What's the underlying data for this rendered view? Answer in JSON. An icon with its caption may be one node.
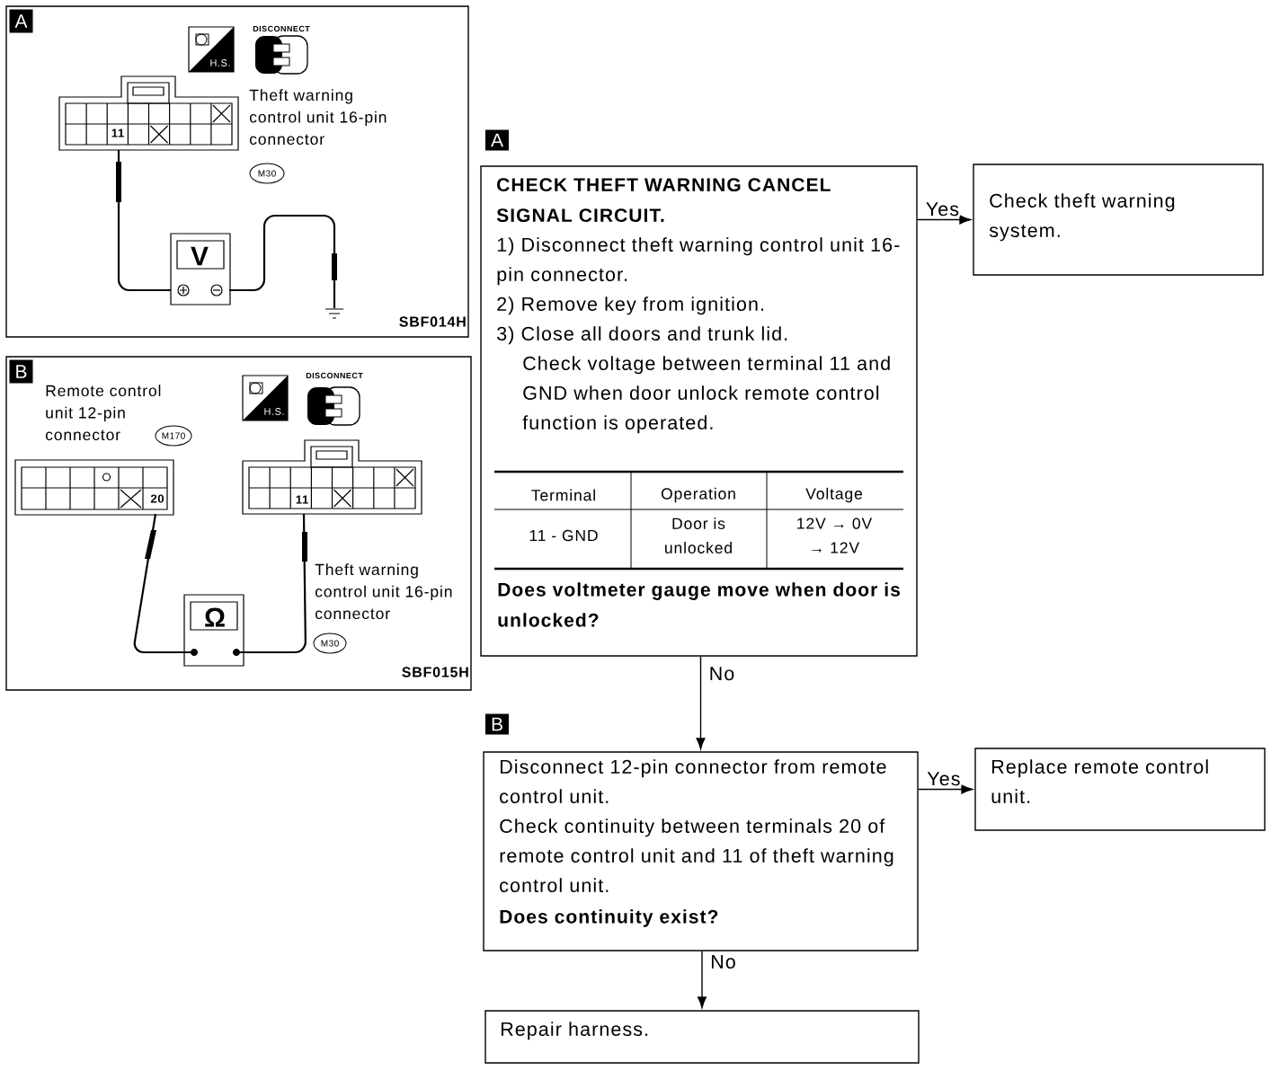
{
  "diagram": {
    "nodes": [
      {
        "text": [
          "CHECK THEFT WARNING CANCEL SIGNAL CIRCUIT.",
          "1) Disconnect theft warning control unit 16-pin connector.",
          "2) Remove key from ignition.",
          "3) Close all doors and trunk lid.",
          "Check voltage between terminal 11 and GND when door unlock remote control function is operated.",
          "Terminal",
          "Operation",
          "Voltage",
          "11 - GND",
          "Door is unlocked",
          "12V → 0V → 12V",
          "Does voltmeter gauge move when door is unlocked?"
        ]
      },
      {
        "text": [
          "Check theft warning system."
        ]
      },
      {
        "text": [
          "Disconnect 12-pin connector from remote control unit.",
          "Check continuity between terminals 20 of remote control unit and 11 of theft warning control unit.",
          "Does continuity exist?"
        ]
      },
      {
        "text": [
          "Replace remote control unit."
        ]
      },
      {
        "text": [
          "Repair harness."
        ]
      },
      {
        "text": [
          "A",
          "H.S.",
          "DISCONNECT",
          "11",
          "Theft warning control unit 16-pin connector",
          "M30",
          "V",
          "SBF014H"
        ]
      },
      {
        "text": [
          "B",
          "Remote control unit 12-pin connector",
          "H.S.",
          "DISCONNECT",
          "M170",
          "20",
          "11",
          "Theft warning control unit 16-pin connector",
          "Ω",
          "M30",
          "SBF015H"
        ]
      }
    ],
    "edges": [
      {
        "from": 0,
        "to": 1,
        "arrow": "to",
        "label": "Yes"
      },
      {
        "from": 0,
        "to": 2,
        "arrow": "to",
        "label": "No"
      },
      {
        "from": 2,
        "to": 3,
        "arrow": "to",
        "label": "Yes"
      },
      {
        "from": 2,
        "to": 4,
        "arrow": "to",
        "label": "No"
      }
    ],
    "labels": [
      "A",
      "B"
    ]
  }
}
